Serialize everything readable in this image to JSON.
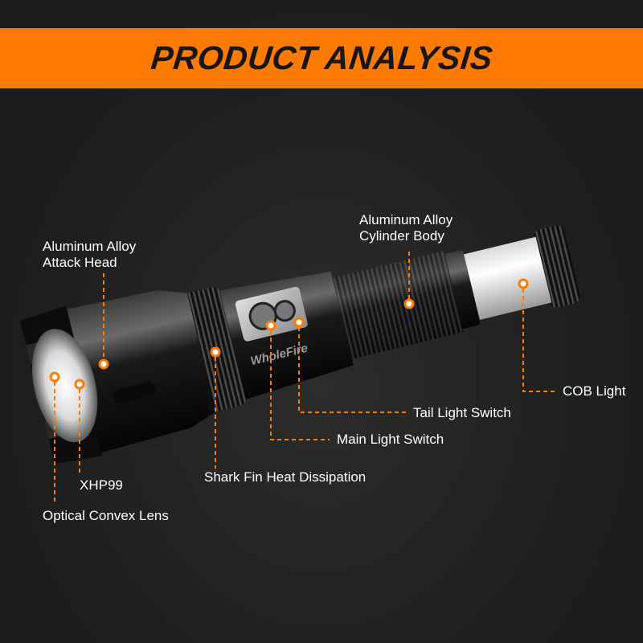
{
  "banner": {
    "title": "PRODUCT ANALYSIS"
  },
  "brand": "WholeFire",
  "colors": {
    "accent": "#ff7b00",
    "background": "#1f1f1f",
    "text": "#ffffff"
  },
  "callouts": {
    "attack_head": {
      "line1": "Aluminum Alloy",
      "line2": "Attack Head"
    },
    "cylinder_body": {
      "line1": "Aluminum Alloy",
      "line2": "Cylinder Body"
    },
    "cob_light": "COB Light",
    "tail_switch": "Tail Light Switch",
    "main_switch": "Main Light Switch",
    "shark_fin": "Shark Fin Heat Dissipation",
    "xhp99": "XHP99",
    "lens": "Optical Convex Lens"
  }
}
